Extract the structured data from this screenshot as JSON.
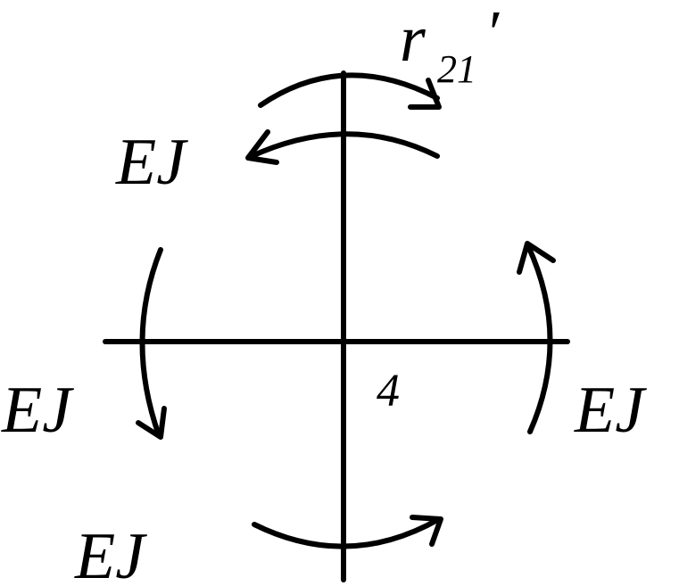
{
  "labels": {
    "moment_top_left": "EJ",
    "moment_left": "EJ",
    "moment_right": "EJ",
    "moment_bottom": "EJ",
    "reaction_r": "r",
    "reaction_subscript": "21",
    "reaction_prime": "′",
    "node_number": "4"
  }
}
